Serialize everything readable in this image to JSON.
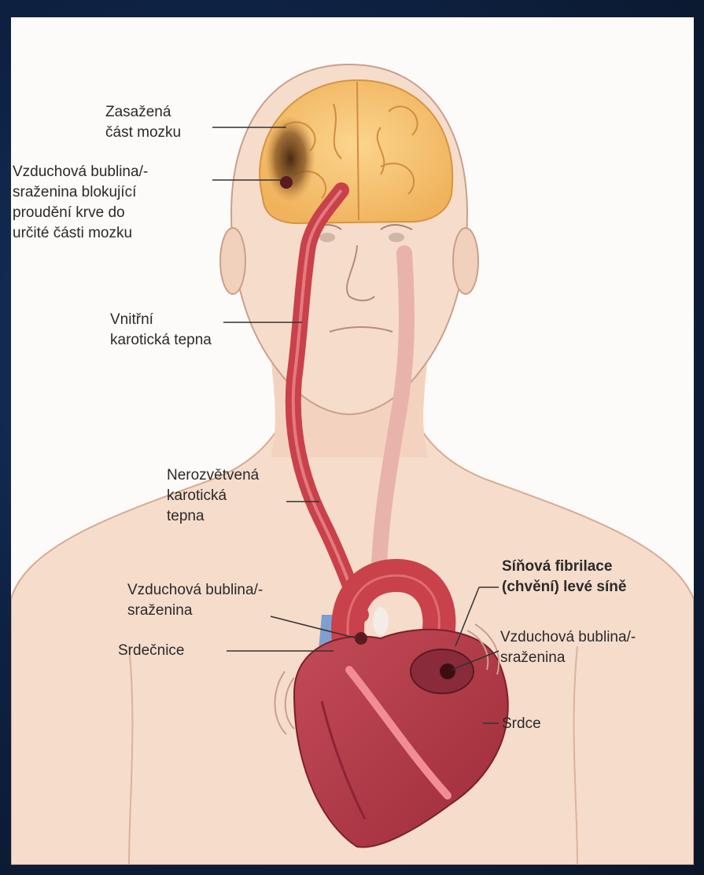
{
  "labels": {
    "affected_brain": "Zasažená\nčást mozku",
    "bubble_blocking": "Vzduchová bublina/-\nsraženina blokující\nproudění krve do\nurčité části mozku",
    "internal_carotid": "Vnitřní\nkarotická tepna",
    "common_carotid": "Nerozvětvená\nkarotická\ntepna",
    "bubble_aorta": "Vzduchová bublina/-\nsraženina",
    "aorta": "Srdečnice",
    "af_left_atrium": "Síňová fibrilace\n(chvění) levé síně",
    "bubble_atrium": "Vzduchová bublina/-\nsraženina",
    "heart": "Srdce"
  },
  "colors": {
    "skin": "#f6dccb",
    "skin_shadow": "#e9c3ad",
    "brain": "#f7c574",
    "artery": "#c9414a",
    "vein": "#6e8fc4",
    "heart": "#b73a48",
    "clot": "#5a1a20",
    "background": "#0e2244"
  }
}
